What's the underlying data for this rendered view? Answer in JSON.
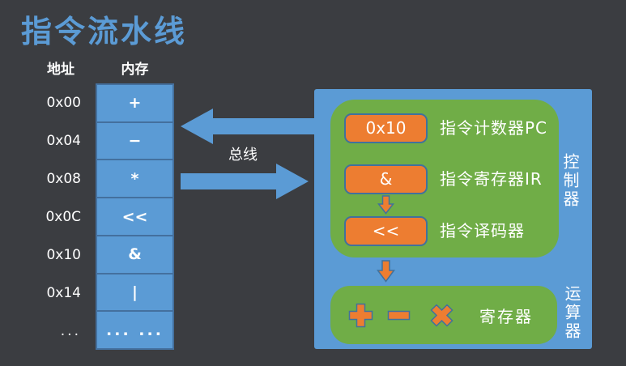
{
  "title": "指令流水线",
  "colors": {
    "background": "#3b3d41",
    "blue": "#5B9BD5",
    "green": "#70AD47",
    "orange": "#ED7D31",
    "box_border": "#41719C",
    "text": "#ffffff"
  },
  "memory": {
    "address_header": "地址",
    "memory_header": "内存",
    "rows": [
      {
        "address": "0x00",
        "value": "+"
      },
      {
        "address": "0x04",
        "value": "−"
      },
      {
        "address": "0x08",
        "value": "*"
      },
      {
        "address": "0x0C",
        "value": "<<"
      },
      {
        "address": "0x10",
        "value": "&"
      },
      {
        "address": "0x14",
        "value": "|"
      },
      {
        "address": "...",
        "value": "...  ..."
      }
    ]
  },
  "bus": {
    "label": "总线",
    "arrows": [
      "bus-arrow-left",
      "bus-arrow-right"
    ]
  },
  "cpu": {
    "controller": {
      "label": "控制器",
      "stages": [
        {
          "value": "0x10",
          "label": "指令计数器PC"
        },
        {
          "value": "&",
          "label": "指令寄存器IR"
        },
        {
          "value": "<<",
          "label": "指令译码器"
        }
      ]
    },
    "alu": {
      "label": "运算器",
      "register_label": "寄存器",
      "operators": [
        "plus",
        "minus",
        "multiply"
      ]
    }
  }
}
